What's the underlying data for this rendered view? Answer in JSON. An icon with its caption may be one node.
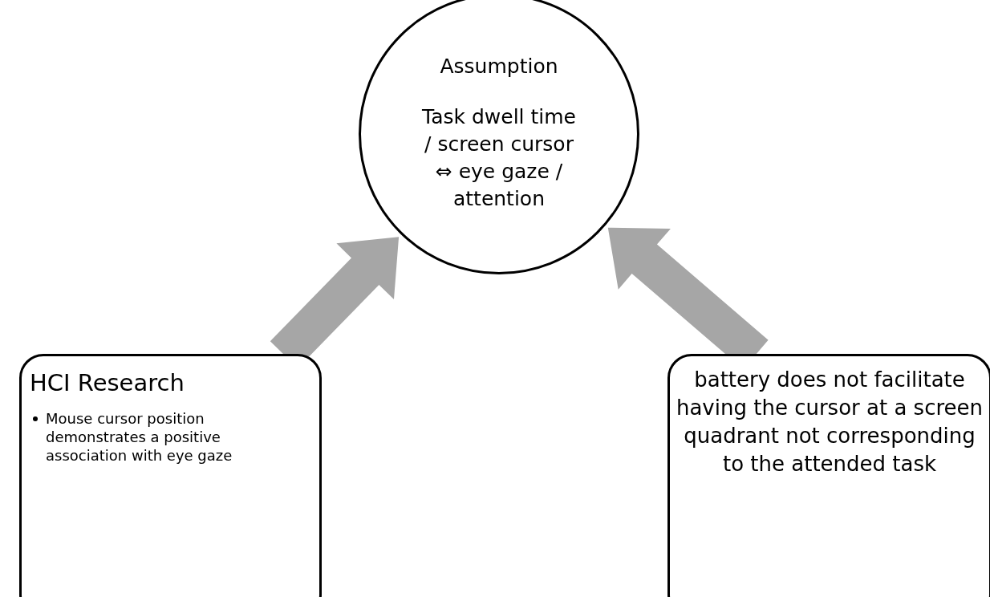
{
  "diagram": {
    "nodes": [
      {
        "text": [
          "Assumption",
          "Task dwell time / screen cursor ⇔ eye gaze / attention"
        ]
      },
      {
        "text": [
          "HCI Research",
          "Mouse cursor position demonstrates a positive association with eye gaze"
        ]
      },
      {
        "text": [
          "battery does not facilitate having the cursor at a screen quadrant not corresponding to the attended task"
        ]
      }
    ],
    "edges": [
      {
        "from": 1,
        "to": 0,
        "arrow": "to",
        "style": "thick"
      },
      {
        "from": 2,
        "to": 0,
        "arrow": "to",
        "style": "thick"
      }
    ]
  }
}
